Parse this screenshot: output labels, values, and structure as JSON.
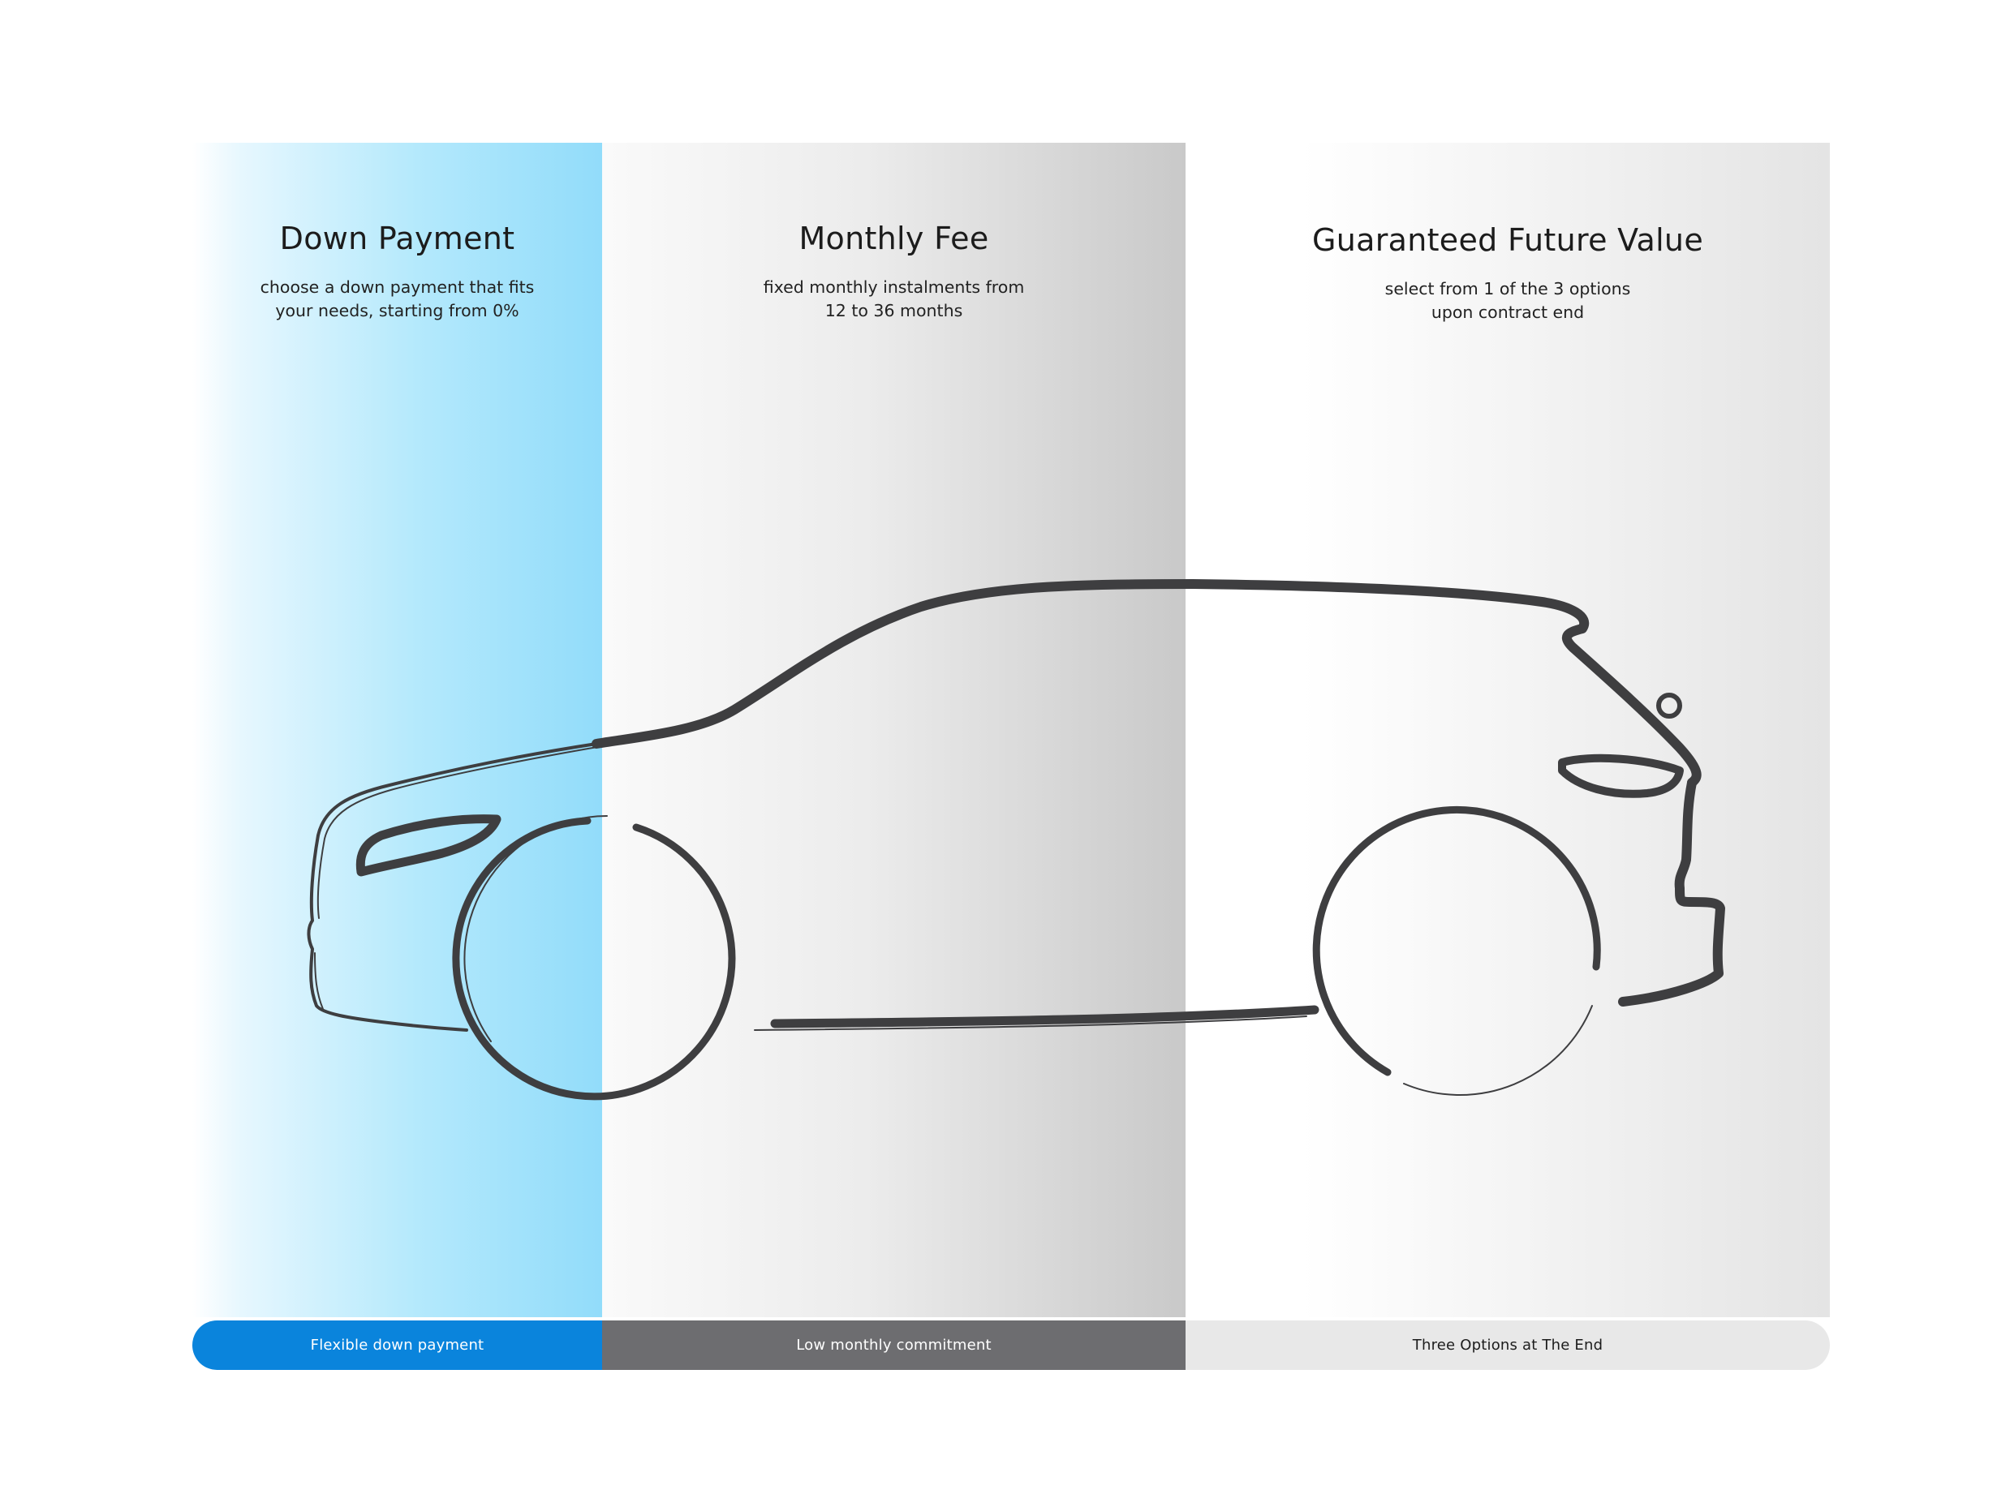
{
  "columns": [
    {
      "title": "Down Payment",
      "description": [
        "choose a down payment that fits",
        "your needs, starting from 0%"
      ],
      "bar_label": "Flexible down payment"
    },
    {
      "title": "Monthly Fee",
      "description": [
        "fixed monthly instalments from",
        "12 to 36 months"
      ],
      "bar_label": "Low monthly commitment"
    },
    {
      "title": "Guaranteed Future Value",
      "description": [
        "select from 1 of the 3 options",
        "upon contract end"
      ],
      "bar_label": "Three Options at The End"
    }
  ],
  "colors": {
    "down_payment_accent": "#0a84dc",
    "down_payment_tint": "#92dcfa",
    "monthly_bar": "#6d6d70",
    "future_bar": "#e8e8e8",
    "car_outline": "#3e3e40"
  },
  "illustration": "car-outline-icon"
}
